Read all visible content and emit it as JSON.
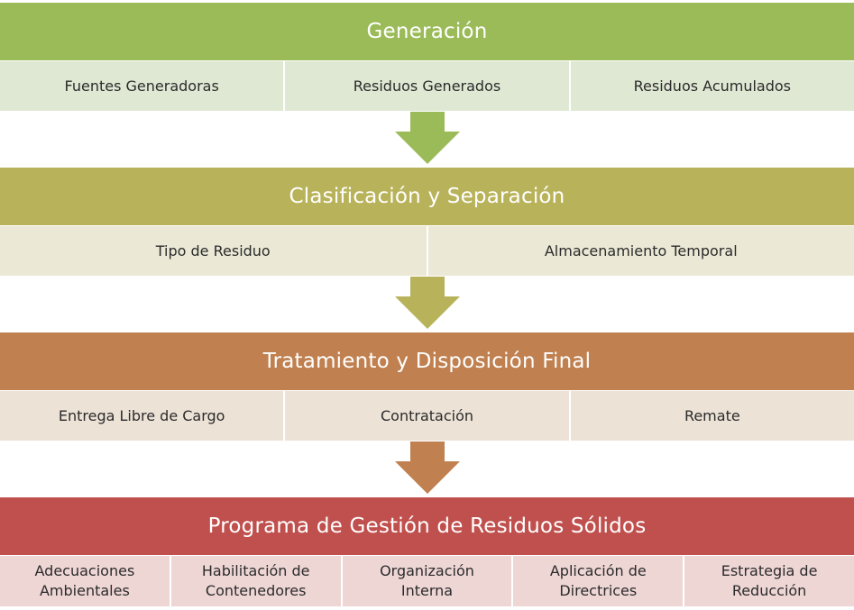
{
  "stages": [
    {
      "title": "Generación",
      "header_color": "#9bbb59",
      "row_color": "#dfe8d3",
      "items": [
        "Fuentes Generadoras",
        "Residuos Generados",
        "Residuos Acumulados"
      ]
    },
    {
      "title": "Clasificación y Separación",
      "header_color": "#b8b35a",
      "row_color": "#ebe9d6",
      "items": [
        "Tipo de Residuo",
        "Almacenamiento Temporal"
      ]
    },
    {
      "title": "Tratamiento y Disposición Final",
      "header_color": "#c0804f",
      "row_color": "#ece2d6",
      "items": [
        "Entrega Libre de Cargo",
        "Contratación",
        "Remate"
      ]
    },
    {
      "title": "Programa de Gestión de Residuos Sólidos",
      "header_color": "#c0504d",
      "row_color": "#eed6d5",
      "items": [
        "Adecuaciones\nAmbientales",
        "Habilitación de\nContenedores",
        "Organización\nInterna",
        "Aplicación de\nDirectrices",
        "Estrategia de\nReducción"
      ]
    }
  ],
  "arrows": [
    {
      "color": "#9bbb59"
    },
    {
      "color": "#b8b35a"
    },
    {
      "color": "#c0804f"
    }
  ]
}
